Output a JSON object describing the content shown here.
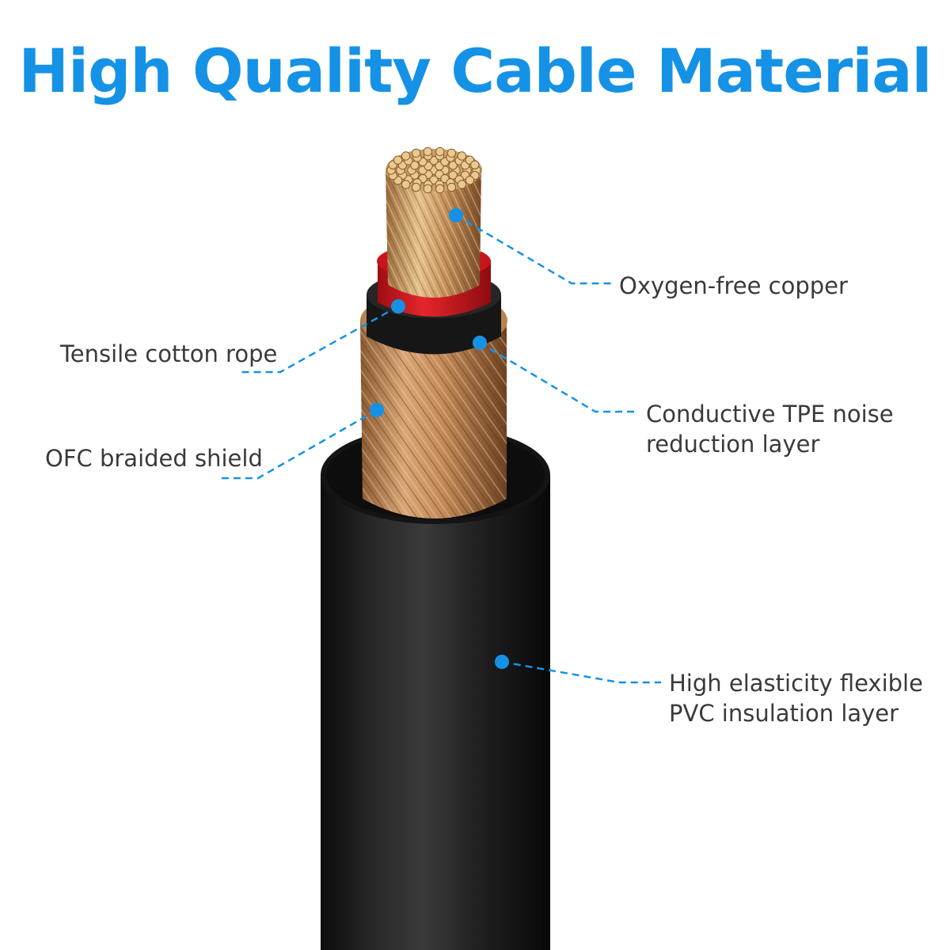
{
  "title": "High Quality Cable Material",
  "colors": {
    "title": "#1592e6",
    "callout": "#1592e6",
    "label_text": "#3a3a3a",
    "jacket": "#1b1b1b",
    "copper": "#c8935a",
    "red_ring": "#d5141b"
  },
  "labels": {
    "oxygen_free_copper": "Oxygen-free copper",
    "tensile_cotton_rope": "Tensile cotton rope",
    "conductive_tpe_line1": "Conductive TPE noise",
    "conductive_tpe_line2": "reduction layer",
    "ofc_braided_shield": "OFC braided shield",
    "pvc_line1": "High elasticity flexible",
    "pvc_line2": "PVC insulation layer"
  }
}
